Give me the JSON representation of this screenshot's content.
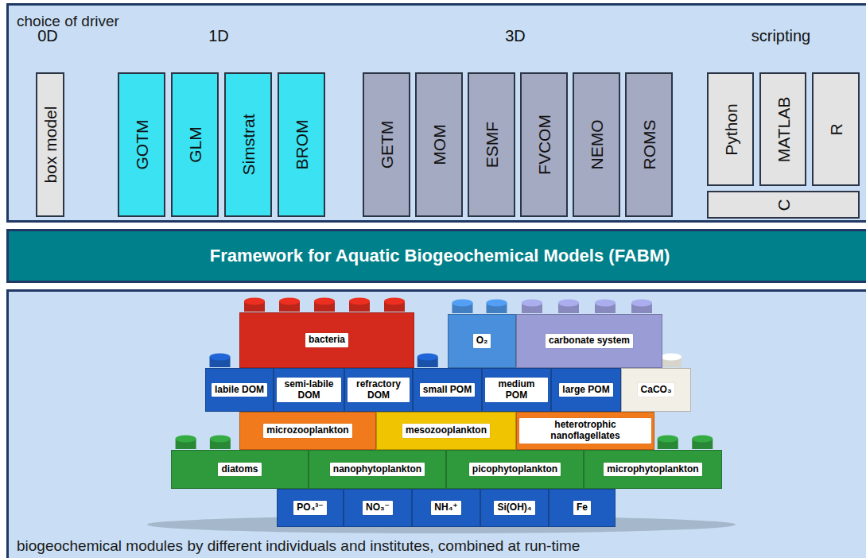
{
  "diagram": {
    "nodes": [
      {
        "text": [
          "choice of driver"
        ]
      },
      {
        "text": [
          "box model"
        ],
        "in": 0
      },
      {
        "text": [
          "GOTM"
        ],
        "in": 0
      },
      {
        "text": [
          "GLM"
        ],
        "in": 0
      },
      {
        "text": [
          "Simstrat"
        ],
        "in": 0
      },
      {
        "text": [
          "BROM"
        ],
        "in": 0
      },
      {
        "text": [
          "GETM"
        ],
        "in": 0
      },
      {
        "text": [
          "MOM"
        ],
        "in": 0
      },
      {
        "text": [
          "ESMF"
        ],
        "in": 0
      },
      {
        "text": [
          "FVCOM"
        ],
        "in": 0
      },
      {
        "text": [
          "NEMO"
        ],
        "in": 0
      },
      {
        "text": [
          "ROMS"
        ],
        "in": 0
      },
      {
        "text": [
          "Python"
        ],
        "in": 0
      },
      {
        "text": [
          "MATLAB"
        ],
        "in": 0
      },
      {
        "text": [
          "R"
        ],
        "in": 0
      },
      {
        "text": [
          "C"
        ],
        "in": 0
      },
      {
        "text": [
          "Framework for Aquatic Biogeochemical Models (FABM)"
        ]
      },
      {
        "text": [
          "biogeochemical modules by different individuals and institutes, combined at run-time"
        ]
      },
      {
        "text": [
          "bacteria"
        ],
        "in": 17
      },
      {
        "text": [
          "O₂"
        ],
        "in": 17
      },
      {
        "text": [
          "carbonate system"
        ],
        "in": 17
      },
      {
        "text": [
          "labile DOM"
        ],
        "in": 17
      },
      {
        "text": [
          "semi-labile DOM"
        ],
        "in": 17
      },
      {
        "text": [
          "refractory DOM"
        ],
        "in": 17
      },
      {
        "text": [
          "small POM"
        ],
        "in": 17
      },
      {
        "text": [
          "medium POM"
        ],
        "in": 17
      },
      {
        "text": [
          "large POM"
        ],
        "in": 17
      },
      {
        "text": [
          "CaCO₃"
        ],
        "in": 17
      },
      {
        "text": [
          "microzooplankton"
        ],
        "in": 17
      },
      {
        "text": [
          "mesozooplankton"
        ],
        "in": 17
      },
      {
        "text": [
          "heterotrophic nanoflagellates"
        ],
        "in": 17
      },
      {
        "text": [
          "diatoms"
        ],
        "in": 17
      },
      {
        "text": [
          "nanophytoplankton"
        ],
        "in": 17
      },
      {
        "text": [
          "picophytoplankton"
        ],
        "in": 17
      },
      {
        "text": [
          "microphytoplankton"
        ],
        "in": 17
      },
      {
        "text": [
          "PO₄³⁻"
        ],
        "in": 17
      },
      {
        "text": [
          "NO₃⁻"
        ],
        "in": 17
      },
      {
        "text": [
          "NH₄⁺"
        ],
        "in": 17
      },
      {
        "text": [
          "Si(OH)₄"
        ],
        "in": 17
      },
      {
        "text": [
          "Fe"
        ],
        "in": 17
      }
    ],
    "labels": [
      "0D",
      "1D",
      "3D",
      "scripting"
    ]
  }
}
